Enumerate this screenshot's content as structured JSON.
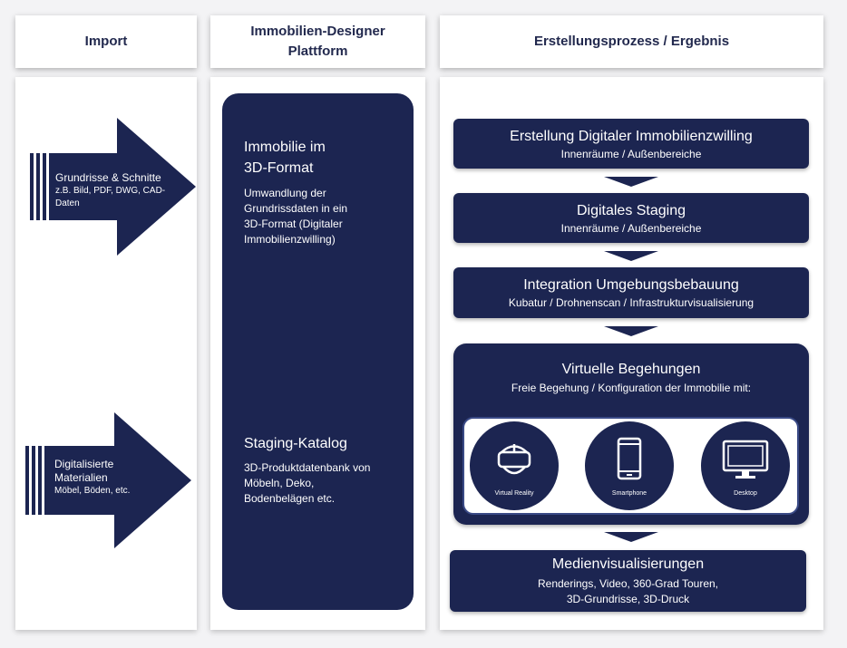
{
  "headers": {
    "import": "Import",
    "platform_line1": "Immobilien-Designer",
    "platform_line2": "Plattform",
    "process": "Erstellungsprozess / Ergebnis"
  },
  "import_items": [
    {
      "title": "Grundrisse & Schnitte",
      "detail_line1": "z.B. Bild, PDF, DWG, CAD-",
      "detail_line2": "Daten"
    },
    {
      "title_line1": "Digitalisierte",
      "title_line2": "Materialien",
      "detail": "Möbel, Böden, etc."
    }
  ],
  "platform": {
    "format_title_line1": "Immobilie im",
    "format_title_line2": "3D-Format",
    "format_desc": [
      "Umwandlung der",
      "Grundrissdaten in ein",
      "3D-Format (Digitaler",
      "Immobilienzwilling)"
    ],
    "catalog_title": "Staging-Katalog",
    "catalog_desc": [
      "3D-Produktdatenbank von",
      "Möbeln, Deko,",
      "Bodenbelägen etc."
    ]
  },
  "process_steps": [
    {
      "title": "Erstellung Digitaler Immobilienzwilling",
      "subtitle": "Innenräume / Außenbereiche"
    },
    {
      "title": "Digitales Staging",
      "subtitle": "Innenräume / Außenbereiche"
    },
    {
      "title": "Integration Umgebungsbebauung",
      "subtitle": "Kubatur / Drohnenscan / Infrastrukturvisualisierung"
    },
    {
      "title": "Virtuelle Begehungen",
      "subtitle": "Freie Begehung / Konfiguration der Immobilie mit:"
    },
    {
      "title": "Medienvisualisierungen",
      "subtitle_line1": "Renderings, Video, 360-Grad Touren,",
      "subtitle_line2": "3D-Grundrisse, 3D-Druck"
    }
  ],
  "devices": [
    {
      "label": "Virtual Reality",
      "icon": "vr-headset-icon"
    },
    {
      "label": "Smartphone",
      "icon": "smartphone-icon"
    },
    {
      "label": "Desktop",
      "icon": "desktop-monitor-icon"
    }
  ],
  "colors": {
    "navy": "#1c2551",
    "background": "#f3f3f5",
    "panel": "#ffffff"
  }
}
